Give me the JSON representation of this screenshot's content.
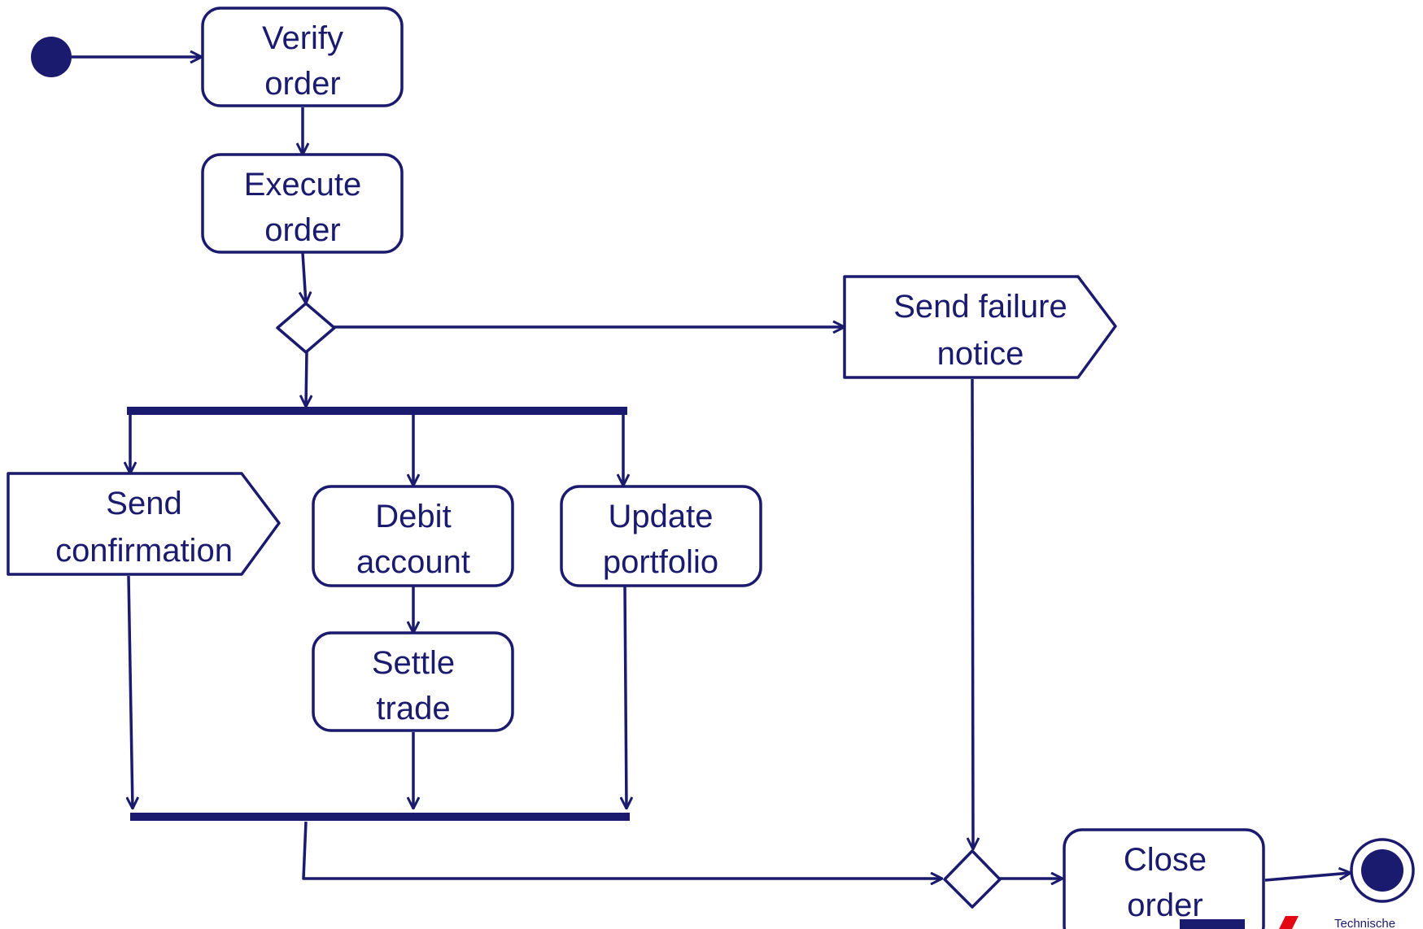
{
  "diagram": {
    "nodes": {
      "verify_order": [
        "Verify",
        "order"
      ],
      "execute_order": [
        "Execute",
        "order"
      ],
      "send_failure_notice": [
        "Send failure",
        "notice"
      ],
      "send_confirmation": [
        "Send",
        "confirmation"
      ],
      "debit_account": [
        "Debit",
        "account"
      ],
      "update_portfolio": [
        "Update",
        "portfolio"
      ],
      "settle_trade": [
        "Settle",
        "trade"
      ],
      "close_order": [
        "Close",
        "order"
      ]
    },
    "logo": {
      "caption": "Technische"
    },
    "colors": {
      "ink": "#1a1a6e",
      "logo_accent": "#e30613"
    }
  }
}
